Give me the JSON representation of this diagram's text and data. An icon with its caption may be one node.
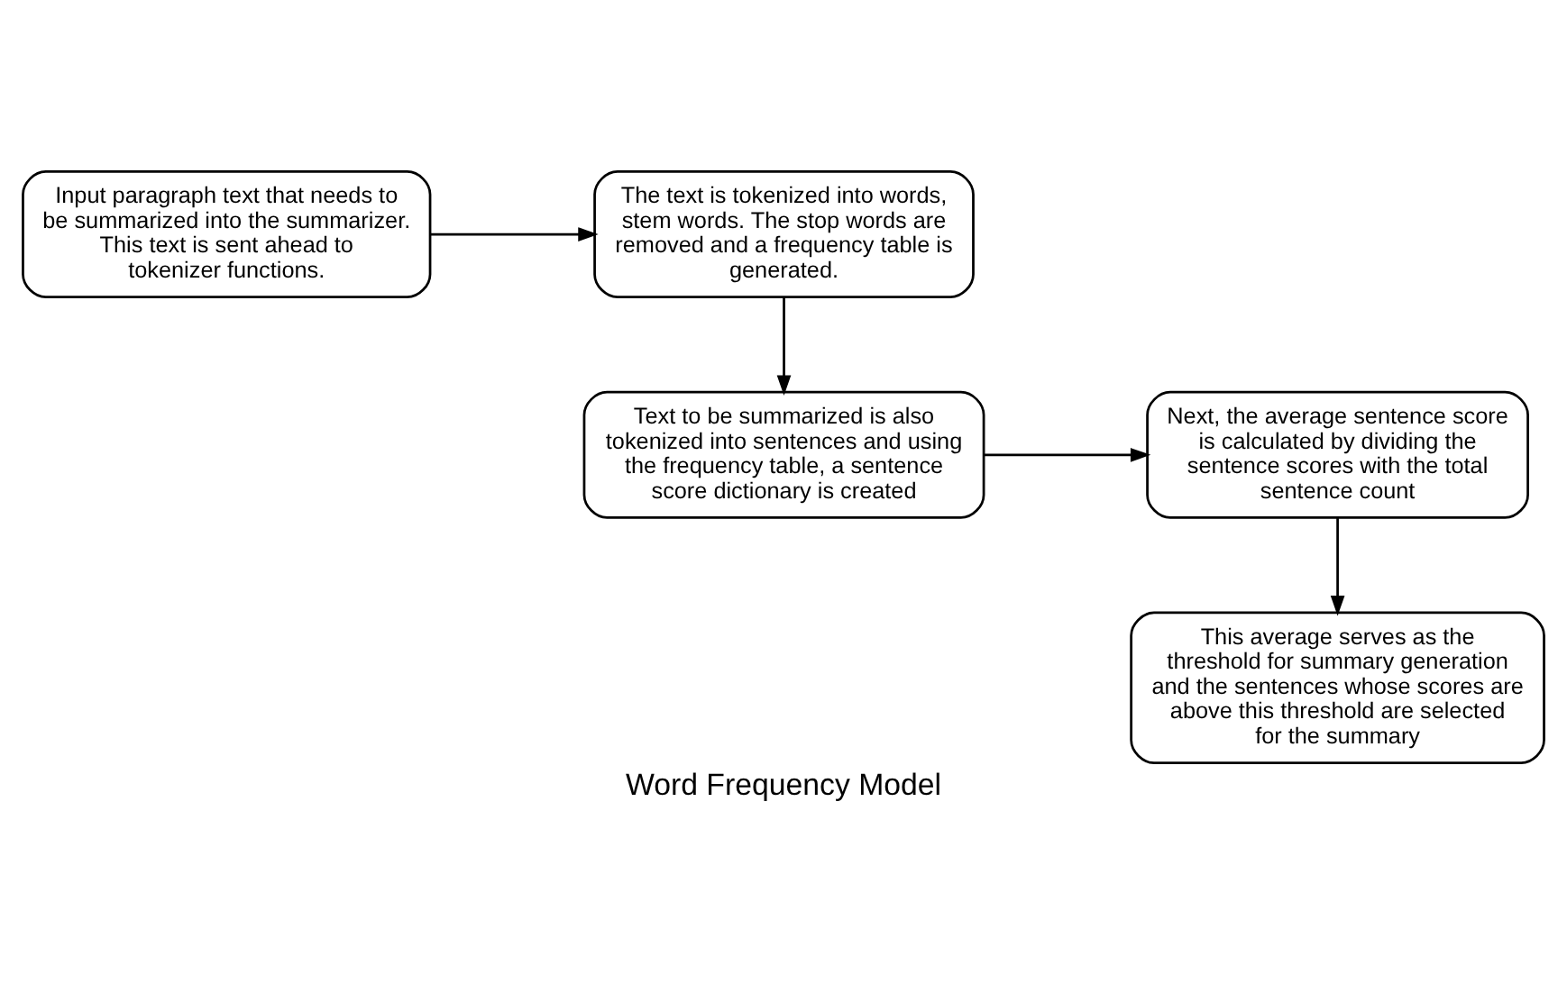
{
  "diagram": {
    "caption": "Word Frequency Model",
    "nodes": [
      {
        "text": [
          "Input paragraph text that needs to be summarized into the summarizer. This text is sent ahead to tokenizer functions."
        ]
      },
      {
        "text": [
          "The text is tokenized into words, stem words. The stop words are removed and a frequency table is generated."
        ]
      },
      {
        "text": [
          "Text to be summarized is also tokenized into sentences and using the frequency table, a sentence score dictionary is created"
        ]
      },
      {
        "text": [
          "Next, the average sentence score is calculated by dividing the sentence scores with the total sentence count"
        ]
      },
      {
        "text": [
          "This average serves as the threshold for summary generation and the sentences whose scores are above this threshold are selected for the summary"
        ]
      }
    ],
    "edges": [
      {
        "from": 0,
        "to": 1,
        "arrow": "to"
      },
      {
        "from": 1,
        "to": 2,
        "arrow": "to"
      },
      {
        "from": 2,
        "to": 3,
        "arrow": "to"
      },
      {
        "from": 3,
        "to": 4,
        "arrow": "to"
      }
    ]
  }
}
